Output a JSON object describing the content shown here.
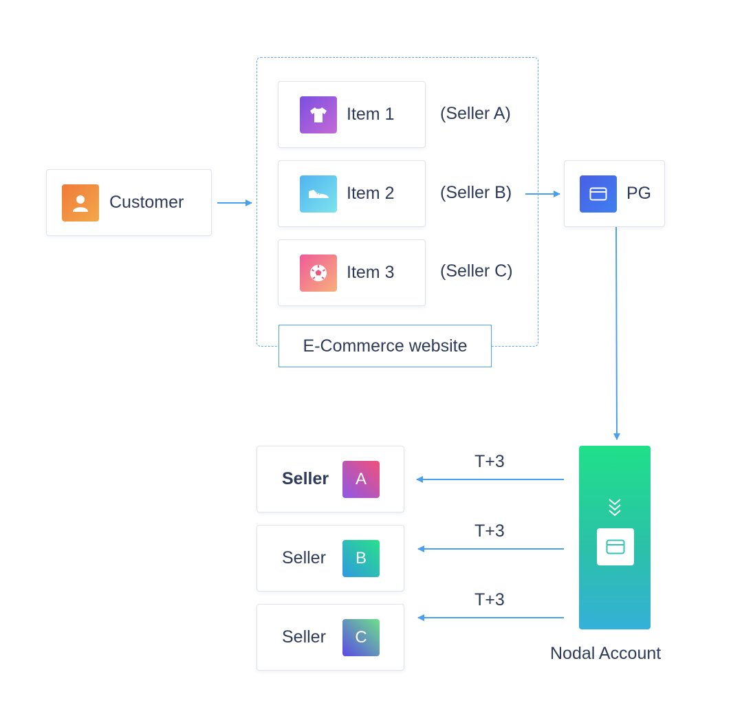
{
  "customer": {
    "label": "Customer",
    "icon": "person-icon"
  },
  "website": {
    "label": "E-Commerce website",
    "items": [
      {
        "label": "Item 1",
        "seller": "(Seller A)",
        "icon": "tshirt-icon"
      },
      {
        "label": "Item 2",
        "seller": "(Seller B)",
        "icon": "sneaker-icon"
      },
      {
        "label": "Item 3",
        "seller": "(Seller C)",
        "icon": "soccer-ball-icon"
      }
    ]
  },
  "pg": {
    "label": "PG",
    "icon": "card-icon"
  },
  "nodal": {
    "label": "Nodal Account",
    "icon": "card-icon"
  },
  "sellers": [
    {
      "label": "Seller",
      "badge": "A",
      "transfer": "T+3"
    },
    {
      "label": "Seller",
      "badge": "B",
      "transfer": "T+3"
    },
    {
      "label": "Seller",
      "badge": "C",
      "transfer": "T+3"
    }
  ],
  "colors": {
    "arrow": "#4aa0ee",
    "frame": "#5aa9f0",
    "text": "#2e3a59",
    "nodal_top": "#1fe08a",
    "nodal_bottom": "#35b0d8"
  }
}
